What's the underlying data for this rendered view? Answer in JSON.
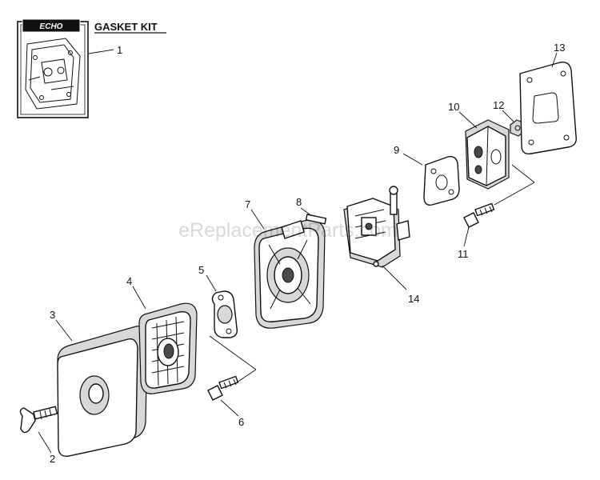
{
  "diagram": {
    "kit_title": "GASKET KIT",
    "brand_logo": "ECHO",
    "watermark": "eReplacementParts.com",
    "callouts": [
      "1",
      "2",
      "3",
      "4",
      "5",
      "6",
      "7",
      "8",
      "9",
      "10",
      "11",
      "12",
      "13",
      "14"
    ],
    "colors": {
      "line": "#111111",
      "fill": "#ffffff",
      "shade": "#d8d8d8"
    }
  }
}
